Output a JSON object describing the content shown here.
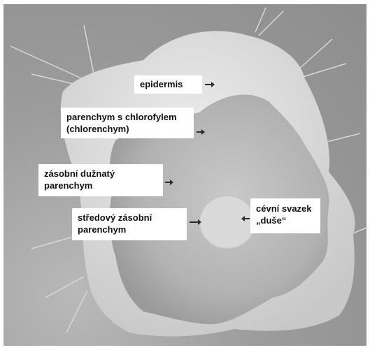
{
  "labels": {
    "epidermis": "epidermis",
    "chlorenchym_line1": "parenchym s chlorofylem",
    "chlorenchym_line2": "(chlorenchym)",
    "storage_line1": "zásobní dužnatý",
    "storage_line2": "parenchym",
    "central_line1": "středový zásobní",
    "central_line2": "parenchym",
    "vascular_line1": "cévní svazek",
    "vascular_line2": "„duše“"
  },
  "colors": {
    "background": "#9c9c9c",
    "label_bg": "#ffffff",
    "label_text": "#111111"
  }
}
